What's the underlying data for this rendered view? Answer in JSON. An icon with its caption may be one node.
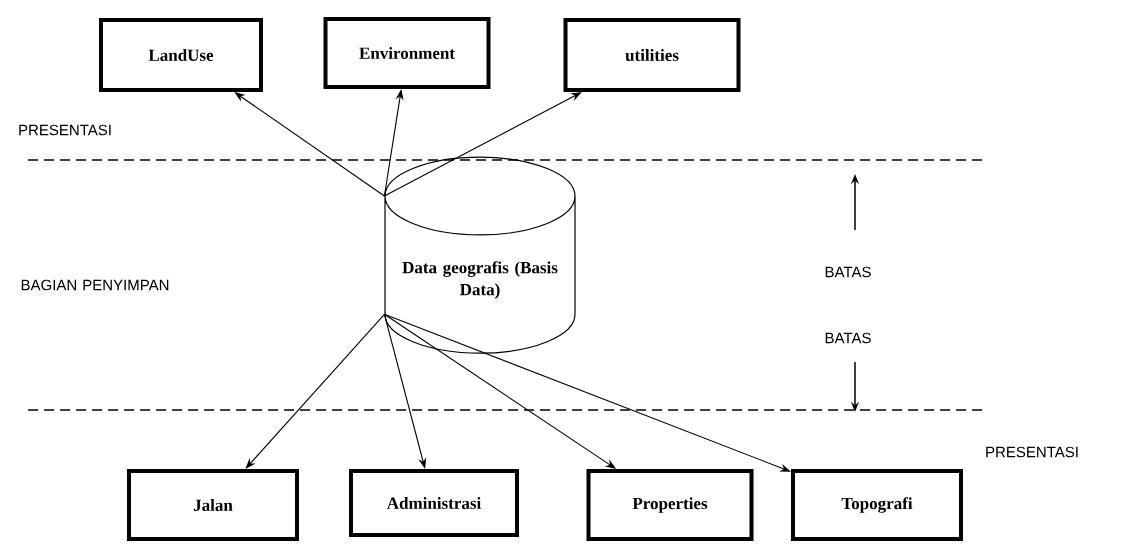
{
  "diagram": {
    "nodes": [
      {
        "text": [
          "LandUse"
        ]
      },
      {
        "text": [
          "Environment"
        ]
      },
      {
        "text": [
          "utilities"
        ]
      },
      {
        "text": [
          "Data geografis (Basis Data)"
        ]
      },
      {
        "text": [
          "Jalan"
        ]
      },
      {
        "text": [
          "Administrasi"
        ]
      },
      {
        "text": [
          "Properties"
        ]
      },
      {
        "text": [
          "Topografi"
        ]
      }
    ],
    "edges": [
      {
        "from": 3,
        "to": 0,
        "arrow": "to"
      },
      {
        "from": 3,
        "to": 1,
        "arrow": "to"
      },
      {
        "from": 3,
        "to": 2,
        "arrow": "to"
      },
      {
        "from": 3,
        "to": 4,
        "arrow": "to"
      },
      {
        "from": 3,
        "to": 5,
        "arrow": "to"
      },
      {
        "from": 3,
        "to": 6,
        "arrow": "to"
      },
      {
        "from": 3,
        "to": 7,
        "arrow": "to"
      }
    ],
    "labels": [
      "PRESENTASI",
      "BATAS",
      "BAGIAN PENYIMPAN",
      "BATAS",
      "PRESENTASI"
    ]
  }
}
